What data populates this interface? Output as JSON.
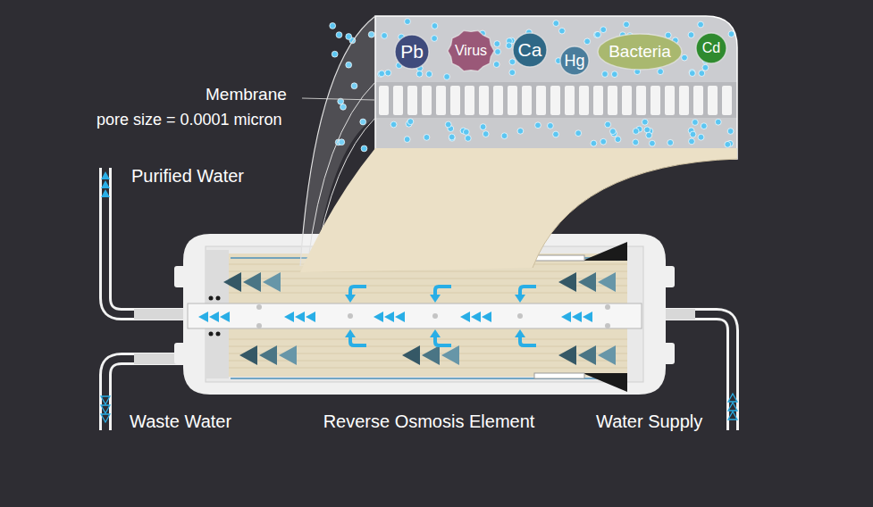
{
  "diagram": {
    "nodes": [
      {
        "text": [
          "Pb"
        ]
      },
      {
        "text": [
          "Virus"
        ]
      },
      {
        "text": [
          "Ca"
        ]
      },
      {
        "text": [
          "Hg"
        ]
      },
      {
        "text": [
          "Bacteria"
        ]
      },
      {
        "text": [
          "Cd"
        ]
      },
      {
        "text": [
          "Reverse Osmosis Element"
        ]
      }
    ],
    "labels": [
      "Membrane",
      "pore size = 0.0001 micron",
      "Purified Water",
      "Waste Water",
      "Water Supply"
    ]
  }
}
